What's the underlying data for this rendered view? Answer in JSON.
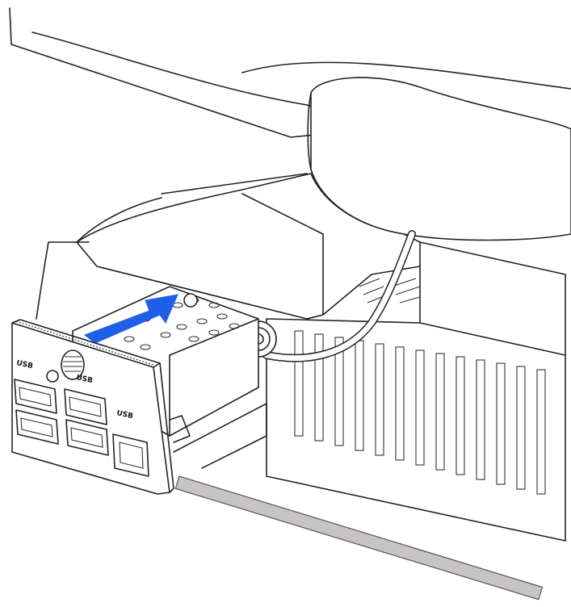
{
  "figure": {
    "port_labels": {
      "usb_left": "USB",
      "usb_middle": "USB",
      "usb_right": "USB"
    },
    "arrow_color": "#1f5fe8",
    "rail_color": "#c9c4c4",
    "line_color": "#222222"
  }
}
